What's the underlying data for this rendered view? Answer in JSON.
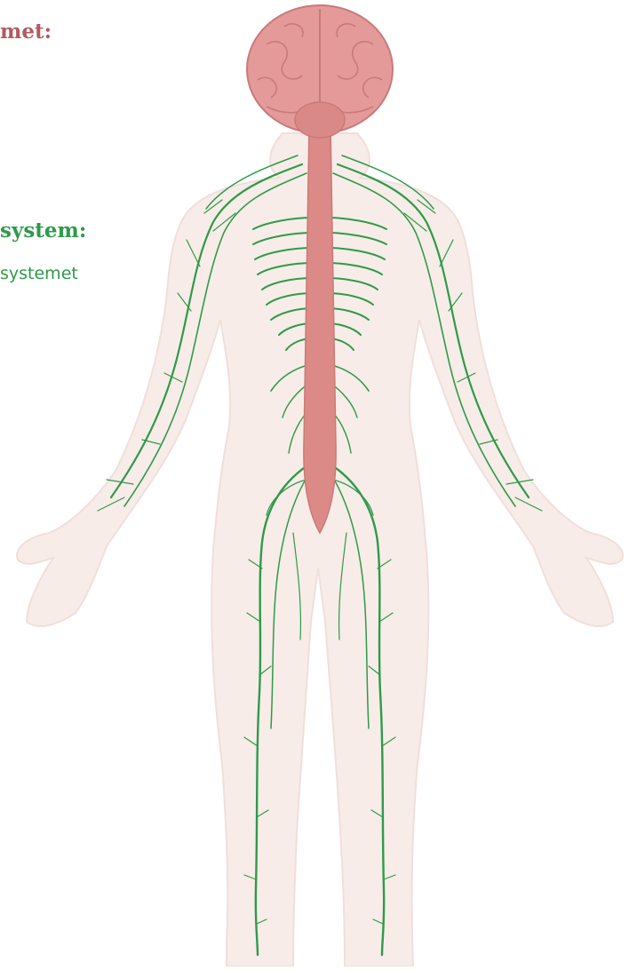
{
  "labels": {
    "cns": "met:",
    "pns": "system:",
    "pns_sub": "systemet"
  },
  "colors": {
    "body": "#f7ece8",
    "body_outline": "#efdcd6",
    "brain": "#e39a98",
    "brain_dark": "#c97a7a",
    "spinal_cord": "#dc8a87",
    "nerves": "#2f9a4a",
    "cns_text": "#b35a5f",
    "pns_text": "#2f9a4a"
  }
}
